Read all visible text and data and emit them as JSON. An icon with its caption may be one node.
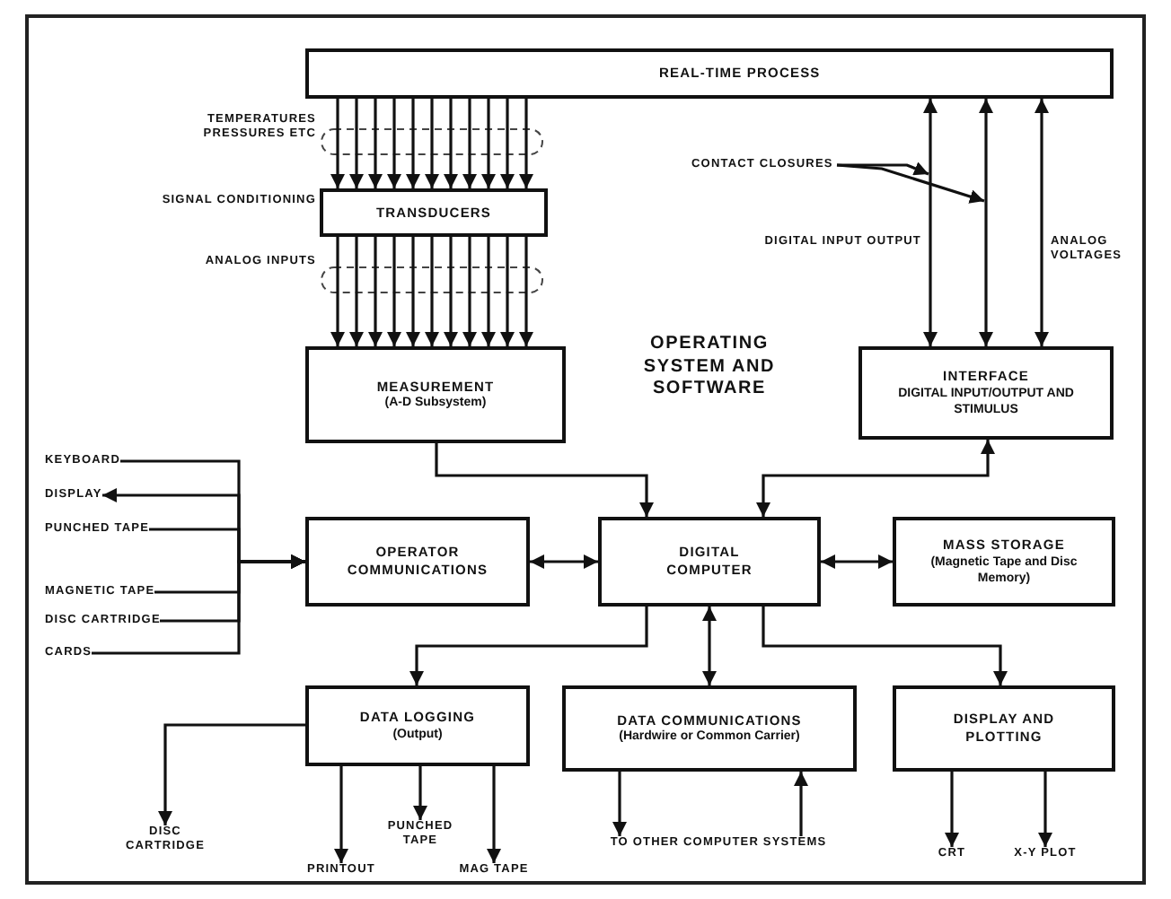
{
  "diagram": {
    "nodes": [
      {
        "text": [
          "REAL-TIME PROCESS"
        ]
      },
      {
        "text": [
          "TRANSDUCERS"
        ],
        "beside": [
          "SIGNAL CONDITIONING"
        ]
      },
      {
        "text": [
          "MEASUREMENT",
          "(A-D Subsystem)"
        ]
      },
      {
        "text": [
          "INTERFACE",
          "DIGITAL INPUT/OUTPUT AND STIMULUS"
        ]
      },
      {
        "text": [
          "OPERATOR COMMUNICATIONS"
        ]
      },
      {
        "text": [
          "DIGITAL COMPUTER"
        ]
      },
      {
        "text": [
          "MASS STORAGE",
          "(Magnetic Tape and Disc Memory)"
        ]
      },
      {
        "text": [
          "DATA LOGGING",
          "(Output)"
        ]
      },
      {
        "text": [
          "DATA COMMUNICATIONS",
          "(Hardwire or Common Carrier)"
        ]
      },
      {
        "text": [
          "DISPLAY AND PLOTTING"
        ]
      },
      {
        "text": [
          "KEYBOARD"
        ]
      },
      {
        "text": [
          "DISPLAY"
        ]
      },
      {
        "text": [
          "PUNCHED TAPE"
        ]
      },
      {
        "text": [
          "MAGNETIC TAPE"
        ]
      },
      {
        "text": [
          "DISC CARTRIDGE"
        ]
      },
      {
        "text": [
          "CARDS"
        ]
      },
      {
        "text": [
          "DISC CARTRIDGE"
        ]
      },
      {
        "text": [
          "PRINTOUT"
        ]
      },
      {
        "text": [
          "PUNCHED TAPE"
        ]
      },
      {
        "text": [
          "MAG TAPE"
        ]
      },
      {
        "text": [
          "TO OTHER COMPUTER SYSTEMS"
        ]
      },
      {
        "text": [
          "CRT"
        ]
      },
      {
        "text": [
          "X-Y PLOT"
        ]
      },
      {
        "text": [
          "CONTACT CLOSURES"
        ]
      }
    ],
    "edges": [
      {
        "from": 0,
        "to": 1,
        "arrow": "to"
      },
      {
        "from": 0,
        "to": 1,
        "arrow": "to"
      },
      {
        "from": 0,
        "to": 1,
        "arrow": "to"
      },
      {
        "from": 0,
        "to": 1,
        "arrow": "to"
      },
      {
        "from": 0,
        "to": 1,
        "arrow": "to"
      },
      {
        "from": 0,
        "to": 1,
        "arrow": "to"
      },
      {
        "from": 0,
        "to": 1,
        "arrow": "to"
      },
      {
        "from": 0,
        "to": 1,
        "arrow": "to"
      },
      {
        "from": 0,
        "to": 1,
        "arrow": "to"
      },
      {
        "from": 0,
        "to": 1,
        "arrow": "to"
      },
      {
        "from": 0,
        "to": 1,
        "arrow": "to"
      },
      {
        "from": 1,
        "to": 2,
        "arrow": "to"
      },
      {
        "from": 1,
        "to": 2,
        "arrow": "to"
      },
      {
        "from": 1,
        "to": 2,
        "arrow": "to"
      },
      {
        "from": 1,
        "to": 2,
        "arrow": "to"
      },
      {
        "from": 1,
        "to": 2,
        "arrow": "to"
      },
      {
        "from": 1,
        "to": 2,
        "arrow": "to"
      },
      {
        "from": 1,
        "to": 2,
        "arrow": "to"
      },
      {
        "from": 1,
        "to": 2,
        "arrow": "to"
      },
      {
        "from": 1,
        "to": 2,
        "arrow": "to"
      },
      {
        "from": 1,
        "to": 2,
        "arrow": "to"
      },
      {
        "from": 1,
        "to": 2,
        "arrow": "to"
      },
      {
        "from": 0,
        "to": 3,
        "arrow": "both"
      },
      {
        "from": 0,
        "to": 3,
        "arrow": "both"
      },
      {
        "from": 0,
        "to": 3,
        "arrow": "both"
      },
      {
        "from": 2,
        "to": 5,
        "arrow": "to"
      },
      {
        "from": 3,
        "to": 5,
        "arrow": "both"
      },
      {
        "from": 4,
        "to": 5,
        "arrow": "both"
      },
      {
        "from": 5,
        "to": 6,
        "arrow": "both"
      },
      {
        "from": 5,
        "to": 7,
        "arrow": "to"
      },
      {
        "from": 5,
        "to": 8,
        "arrow": "both"
      },
      {
        "from": 5,
        "to": 9,
        "arrow": "to"
      },
      {
        "from": 10,
        "to": 4,
        "arrow": "to"
      },
      {
        "from": 4,
        "to": 11,
        "arrow": "to"
      },
      {
        "from": 12,
        "to": 4,
        "arrow": "to"
      },
      {
        "from": 13,
        "to": 4,
        "arrow": "to"
      },
      {
        "from": 14,
        "to": 4,
        "arrow": "to"
      },
      {
        "from": 15,
        "to": 4,
        "arrow": "to"
      },
      {
        "from": 7,
        "to": 16,
        "arrow": "to"
      },
      {
        "from": 7,
        "to": 17,
        "arrow": "to"
      },
      {
        "from": 7,
        "to": 18,
        "arrow": "to"
      },
      {
        "from": 7,
        "to": 19,
        "arrow": "to"
      },
      {
        "from": 8,
        "to": 20,
        "arrow": "to"
      },
      {
        "from": 20,
        "to": 8,
        "arrow": "to"
      },
      {
        "from": 9,
        "to": 21,
        "arrow": "to"
      },
      {
        "from": 9,
        "to": 22,
        "arrow": "to"
      },
      {
        "from": 23,
        "to": null,
        "arrow": "to"
      },
      {
        "from": 23,
        "to": null,
        "arrow": "to"
      }
    ],
    "labels": [
      "TEMPERATURES PRESSURES ETC",
      "ANALOG INPUTS",
      "DIGITAL INPUT OUTPUT",
      "ANALOG VOLTAGES",
      "OPERATING SYSTEM AND SOFTWARE"
    ]
  }
}
